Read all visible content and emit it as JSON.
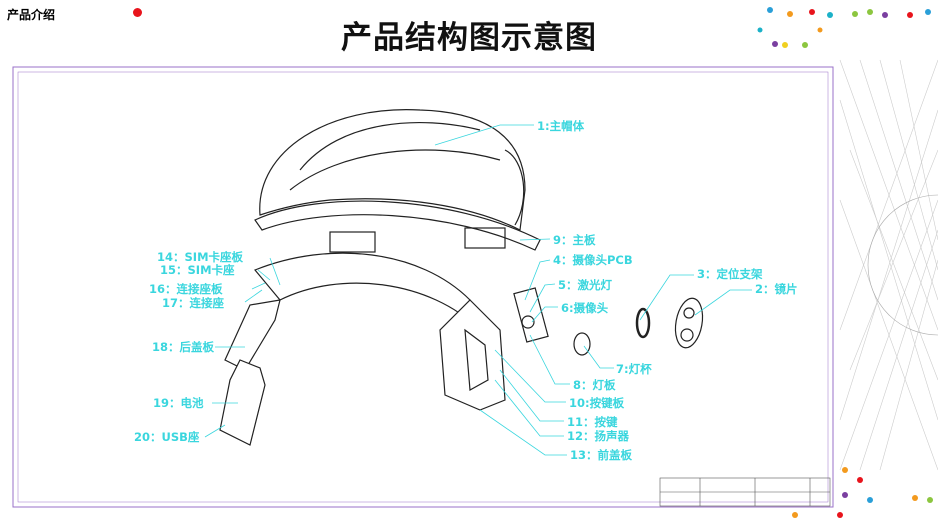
{
  "header": {
    "section": "产品介绍",
    "title": "产品结构图示意图"
  },
  "colors": {
    "label": "#3ad6de",
    "frame": "#9a70c8",
    "accent_dot": "#e8141c"
  },
  "parts": {
    "p1": "1:主帽体",
    "p2": "2：镜片",
    "p3": "3：定位支架",
    "p4": "4：摄像头PCB",
    "p5": "5：激光灯",
    "p6": "6:摄像头",
    "p7": "7:灯杯",
    "p8": "8：灯板",
    "p9": "9：主板",
    "p10": "10:按键板",
    "p11": "11：按键",
    "p12": "12：扬声器",
    "p13": "13：前盖板",
    "p14": "14：SIM卡座板",
    "p15": "15：SIM卡座",
    "p16": "16：连接座板",
    "p17": "17：连接座",
    "p18": "18：后盖板",
    "p19": "19：电池",
    "p20": "20：USB座"
  }
}
